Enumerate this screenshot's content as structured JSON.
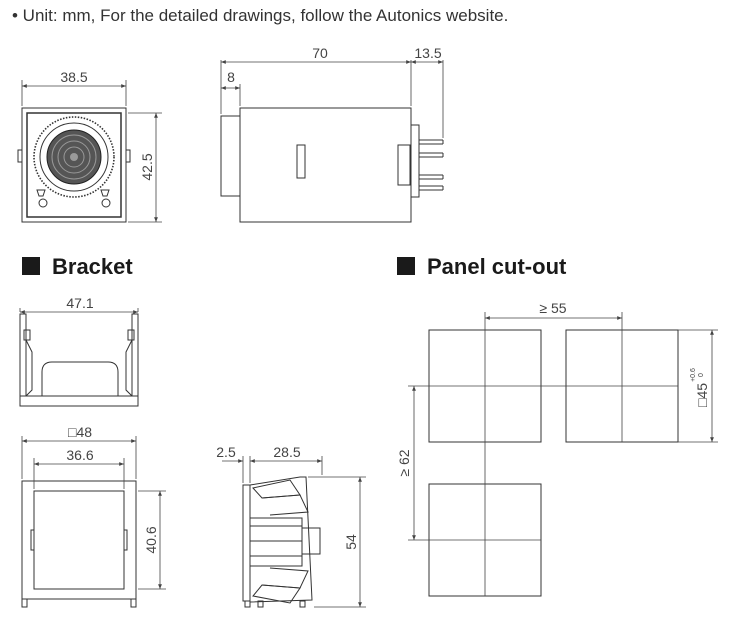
{
  "note": "• Unit: mm, For the detailed drawings, follow the Autonics website.",
  "headings": {
    "bracket": "Bracket",
    "cutout": "Panel cut-out"
  },
  "dimensions": {
    "front_width": "38.5",
    "front_height": "42.5",
    "side_length": "70",
    "side_front": "8",
    "side_pins": "13.5",
    "bracket_width": "47.1",
    "bracket_outer": "□48",
    "bracket_inner": "36.6",
    "bracket_height": "40.6",
    "bracket_side_a": "2.5",
    "bracket_side_b": "28.5",
    "bracket_side_h": "54",
    "cutout_pitch_x": "≥ 55",
    "cutout_pitch_y": "≥ 62",
    "cutout_size": "□45",
    "cutout_tol_upper": "+0.6",
    "cutout_tol_lower": "0"
  },
  "colors": {
    "line": "#333333",
    "dim": "#444444",
    "heading": "#1a1a1a"
  }
}
